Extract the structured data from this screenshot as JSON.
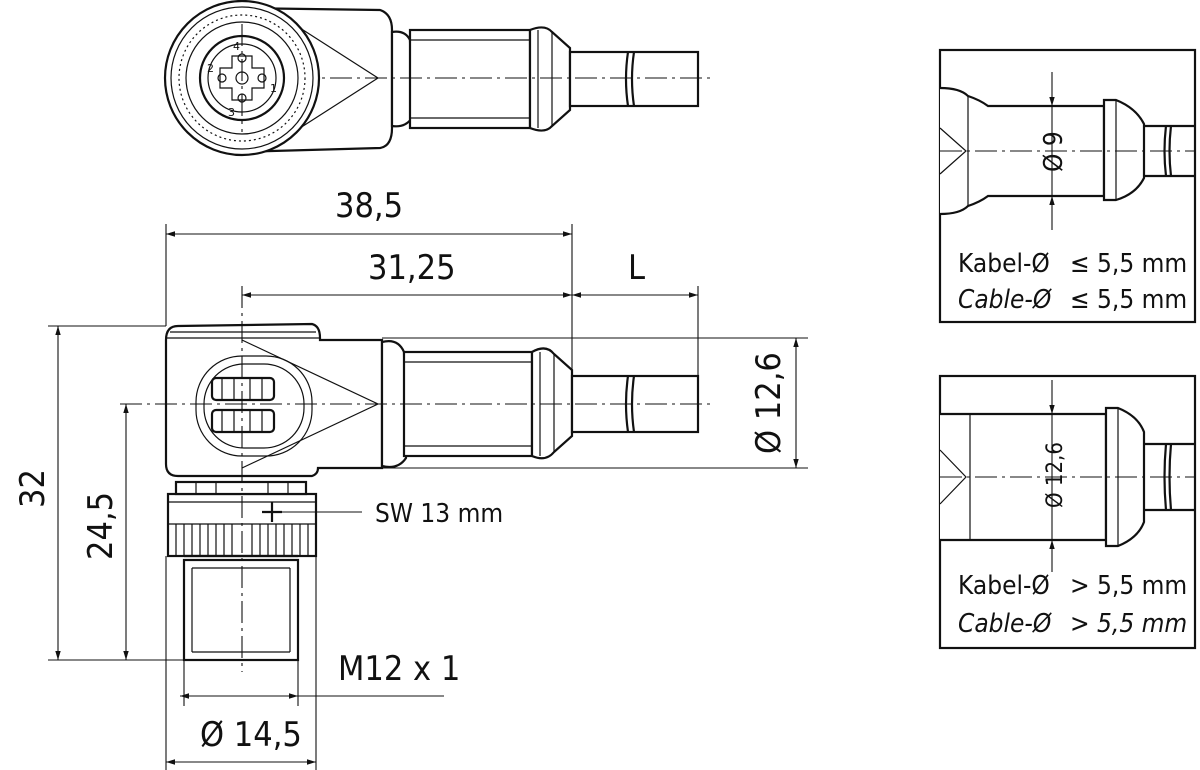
{
  "dimensions": {
    "overall_length": "38,5",
    "center_length": "31,25",
    "cable_length": "L",
    "overall_height": "32",
    "center_height": "24,5",
    "head_diameter": "Ø 12,6",
    "thread": "M12 x 1",
    "nut_diameter": "Ø 14,5",
    "wrench_size": "SW 13 mm"
  },
  "pin_labels": [
    "1",
    "2",
    "3",
    "4"
  ],
  "detail_small": {
    "diameter_label": "Ø 9",
    "cable_label_de": "Kabel-Ø",
    "cable_value_de": "≤ 5,5 mm",
    "cable_label_en": "Cable-Ø",
    "cable_value_en": "≤ 5,5 mm"
  },
  "detail_large": {
    "diameter_label": "Ø 12,6",
    "cable_label_de": "Kabel-Ø",
    "cable_value_de": "> 5,5 mm",
    "cable_label_en": "Cable-Ø",
    "cable_value_en": "> 5,5 mm"
  }
}
